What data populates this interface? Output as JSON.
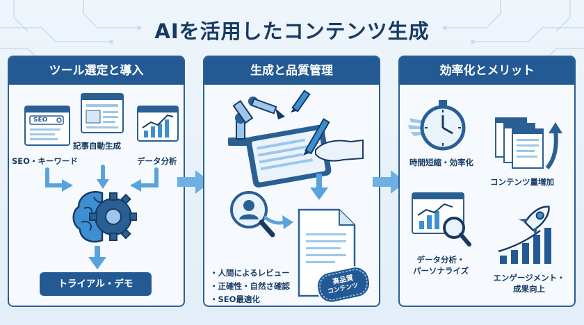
{
  "title": "AIを活用したコンテンツ生成",
  "panels": {
    "intro": {
      "heading": "ツール選定と導入",
      "labels": {
        "seo_box": "SEO",
        "seo_keyword": "SEO・キーワード",
        "auto_article": "記事自動生成",
        "data_analysis": "データ分析"
      },
      "button": "トライアル・デモ"
    },
    "generation": {
      "heading": "生成と品質管理",
      "bullets": [
        "・人間によるレビュー",
        "・正確性・自然さ確認",
        "・SEO最適化"
      ],
      "stamp": [
        "高品質",
        "コンテンツ"
      ]
    },
    "merits": {
      "heading": "効率化とメリット",
      "labels": {
        "time": "時間短縮・効率化",
        "volume": "コンテンツ量増加",
        "data_line1": "データ分析・",
        "data_line2": "パーソナライズ",
        "engage_line1": "エンゲージメント・",
        "engage_line2": "成果向上"
      }
    }
  },
  "colors": {
    "navy": "#235a93",
    "accent": "#3d8fd1",
    "light": "#9cc7ea",
    "background": "#e9f2fa"
  }
}
